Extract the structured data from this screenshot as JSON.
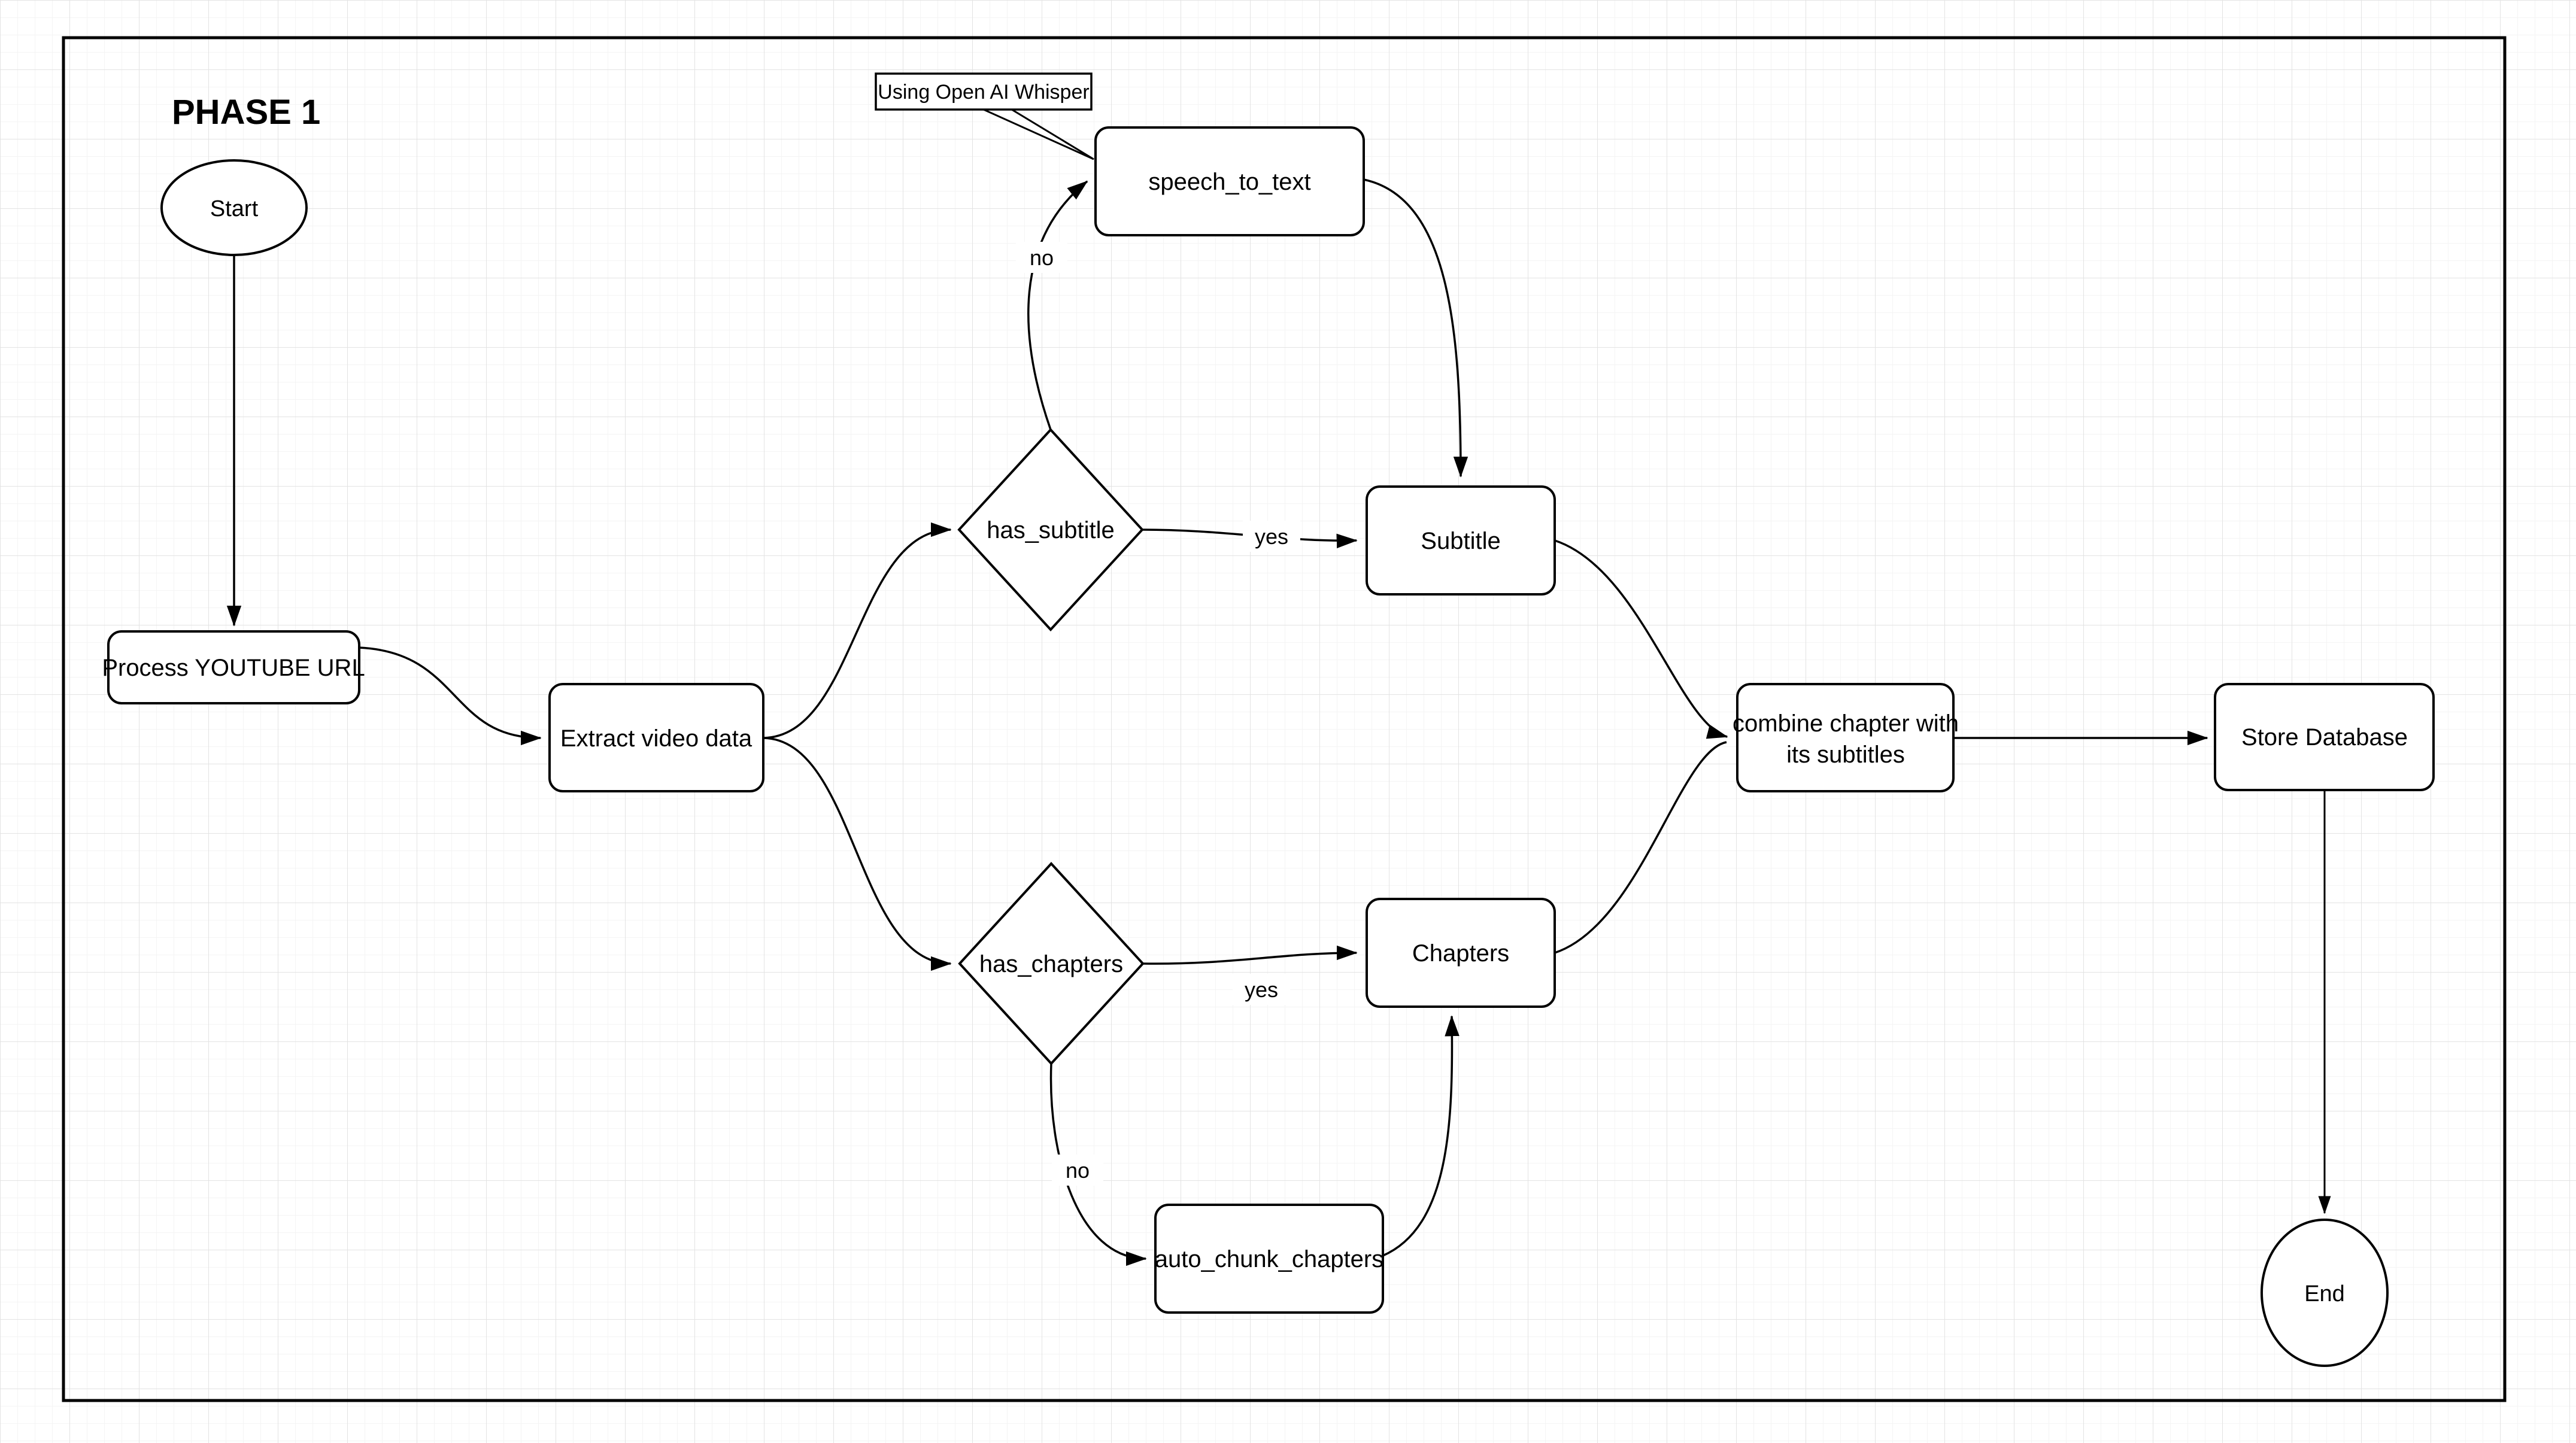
{
  "diagram": {
    "title": "PHASE 1",
    "callout": {
      "label": "Using Open AI Whisper"
    },
    "nodes": {
      "start": {
        "label": "Start"
      },
      "process_url": {
        "label": "Process YOUTUBE URL"
      },
      "extract": {
        "label": "Extract video data"
      },
      "has_subtitle": {
        "label": "has_subtitle"
      },
      "speech_to_text": {
        "label": "speech_to_text"
      },
      "subtitle": {
        "label": "Subtitle"
      },
      "has_chapters": {
        "label": "has_chapters"
      },
      "chapters": {
        "label": "Chapters"
      },
      "auto_chunk": {
        "label": "auto_chunk_chapters"
      },
      "combine": {
        "label_line1": "combine chapter with",
        "label_line2": "its subtitles"
      },
      "store": {
        "label": "Store Database"
      },
      "end": {
        "label": "End"
      }
    },
    "edge_labels": {
      "no_top": "no",
      "yes_top": "yes",
      "no_bottom": "no",
      "yes_bottom": "yes"
    },
    "colors": {
      "stroke": "#000000",
      "node_fill": "#ffffff",
      "background": "#ffffff",
      "grid_minor": "#f4f4f4",
      "grid_major": "#e3e3e3"
    }
  }
}
